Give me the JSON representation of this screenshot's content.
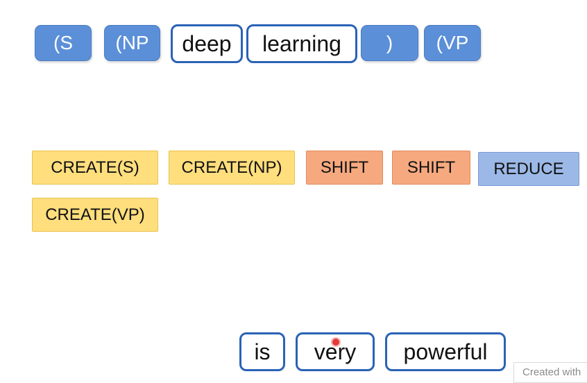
{
  "stack": [
    {
      "label": "(S"
    },
    {
      "label": "(NP"
    },
    {
      "label": "deep"
    },
    {
      "label": "learning"
    },
    {
      "label": ")"
    },
    {
      "label": "(VP"
    }
  ],
  "actions": [
    {
      "label": "CREATE(S)",
      "kind": "create"
    },
    {
      "label": "CREATE(NP)",
      "kind": "create"
    },
    {
      "label": "SHIFT",
      "kind": "shift"
    },
    {
      "label": "SHIFT",
      "kind": "shift"
    },
    {
      "label": "REDUCE",
      "kind": "reduce"
    },
    {
      "label": "CREATE(VP)",
      "kind": "create"
    }
  ],
  "buffer": [
    {
      "label": "is"
    },
    {
      "label": "very"
    },
    {
      "label": "powerful"
    }
  ],
  "watermark": "Created with",
  "colors": {
    "stack_fill": "#5b8fd8",
    "word_border": "#2a62b6",
    "create": "#ffde7d",
    "shift": "#f6a97f",
    "reduce": "#9bb8e6",
    "cursor": "#e23a3a"
  }
}
